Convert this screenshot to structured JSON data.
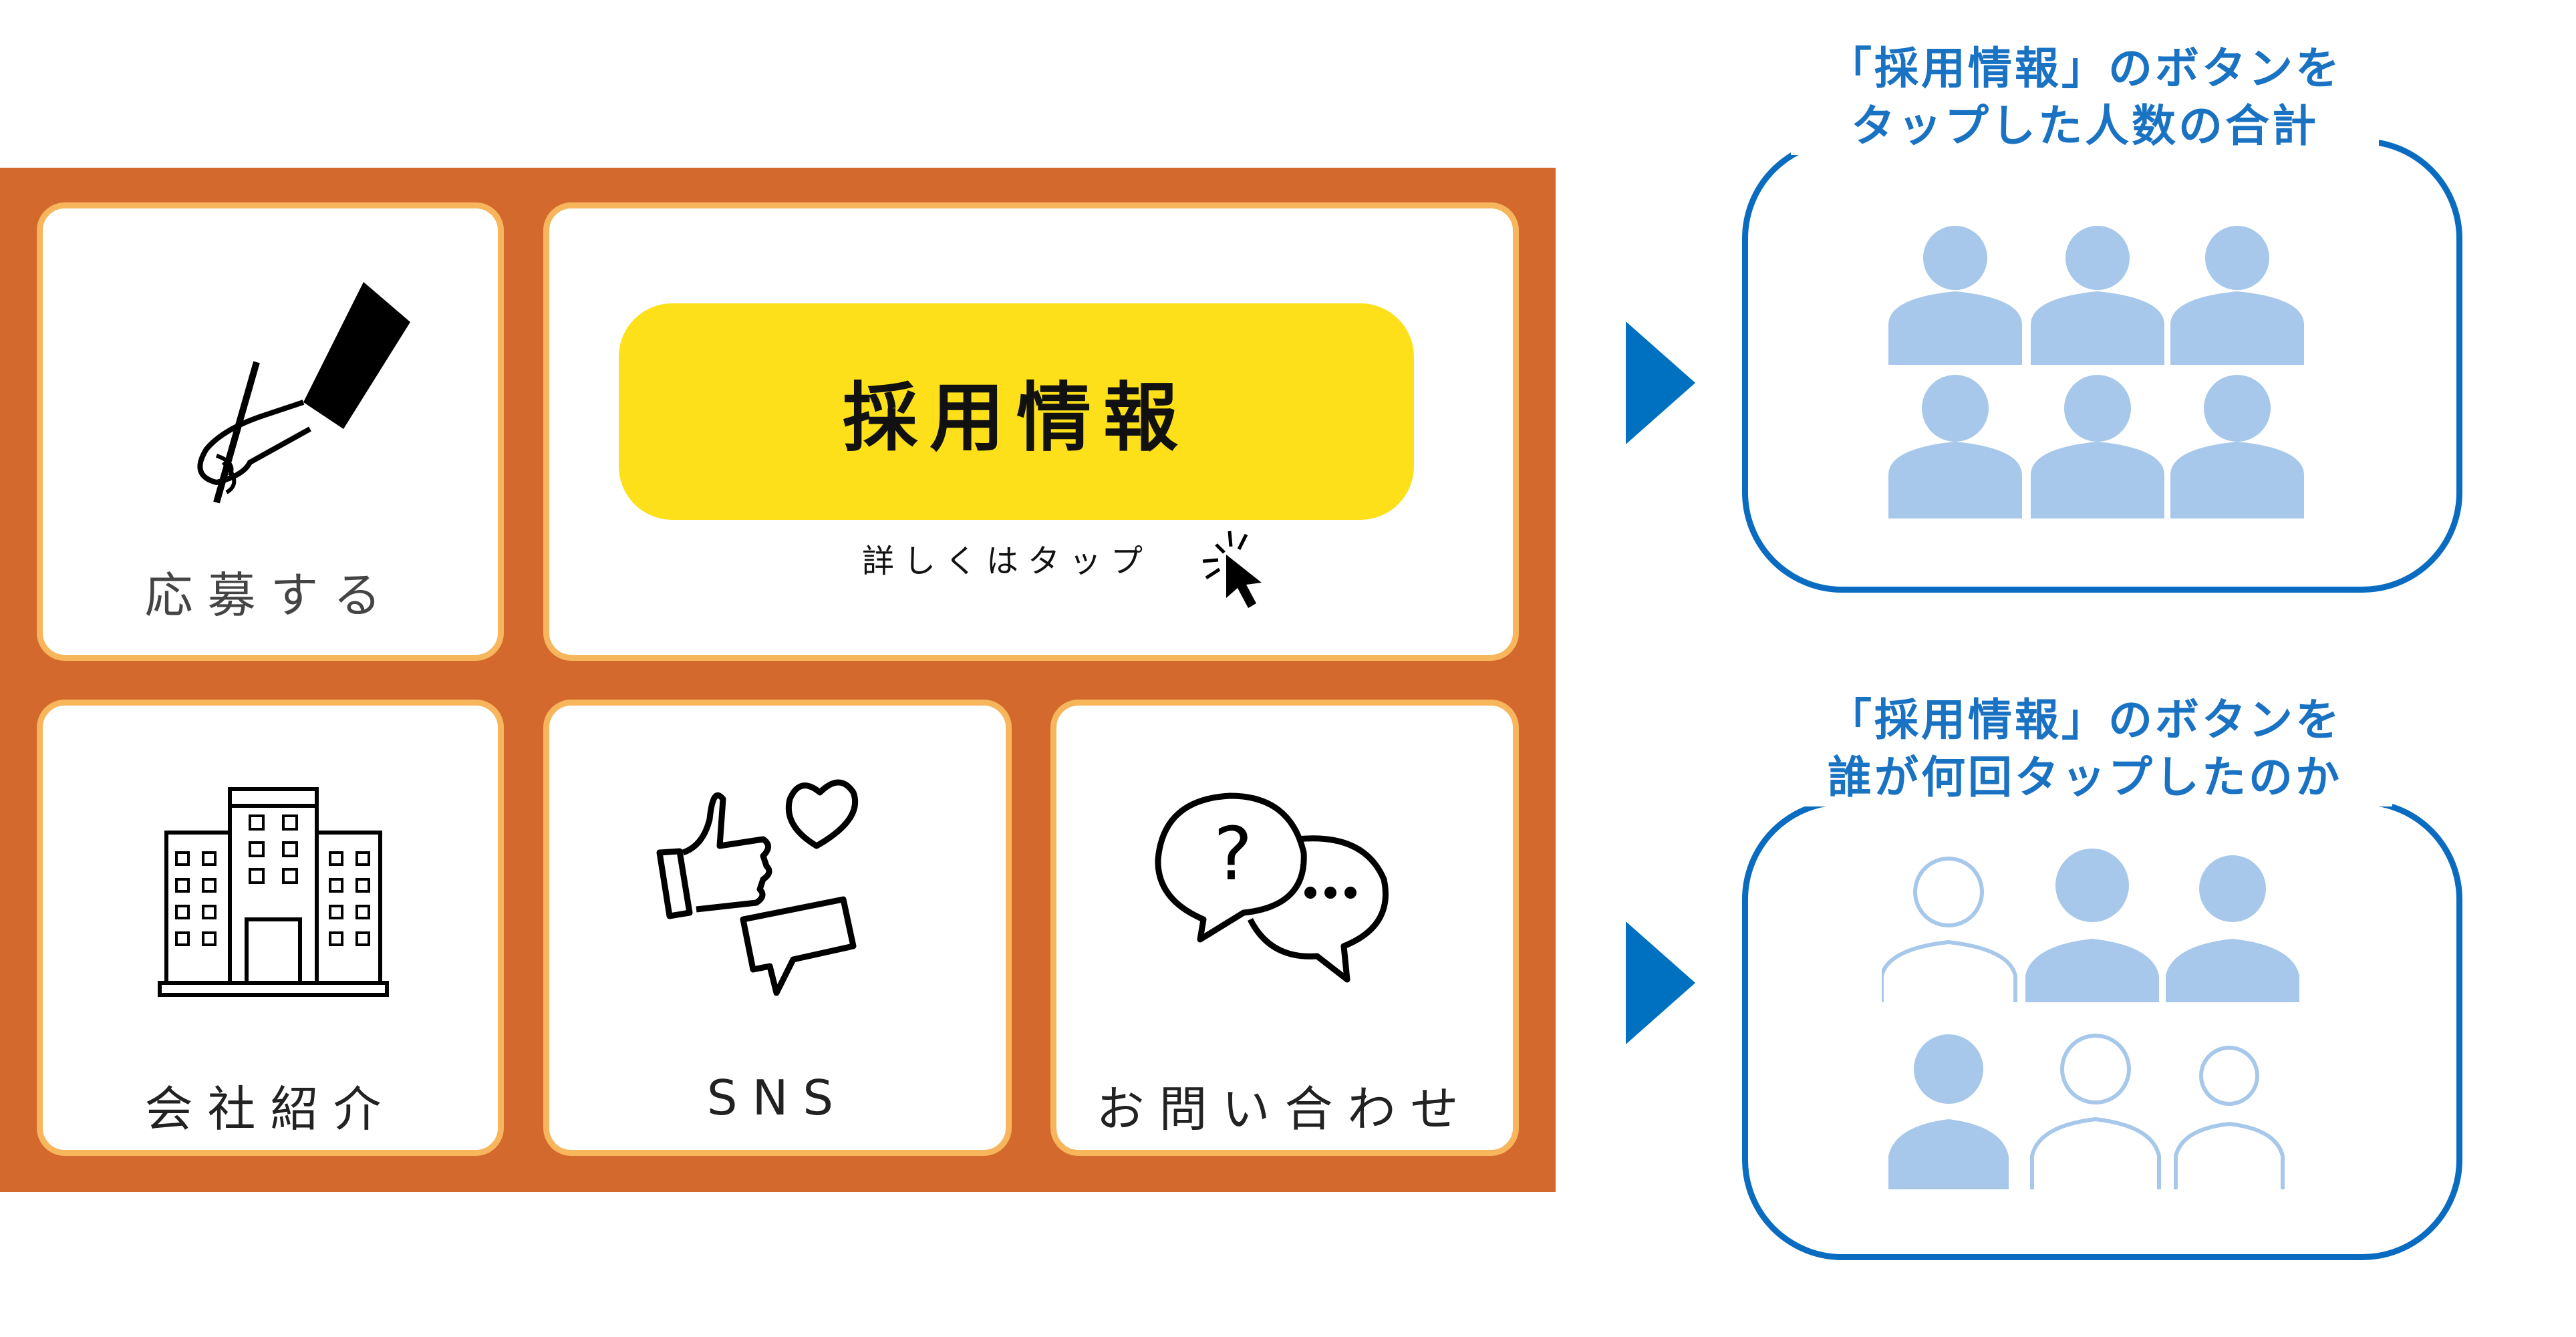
{
  "menu": {
    "apply": "応募する",
    "recruit": "採用情報",
    "recruit_hint": "詳しくはタップ",
    "company": "会社紹介",
    "sns": "SNS",
    "contact": "お問い合わせ"
  },
  "right": {
    "top_title_1": "「採用情報」のボタンを",
    "top_title_2": "タップした人数の合計",
    "bottom_title_1": "「採用情報」のボタンを",
    "bottom_title_2": "誰が何回タップしたのか"
  },
  "colors": {
    "panel": "#D4692E",
    "card_border": "#F7B65C",
    "button": "#FDE01A",
    "accent": "#0070C0",
    "person": "#A7C8EA"
  }
}
